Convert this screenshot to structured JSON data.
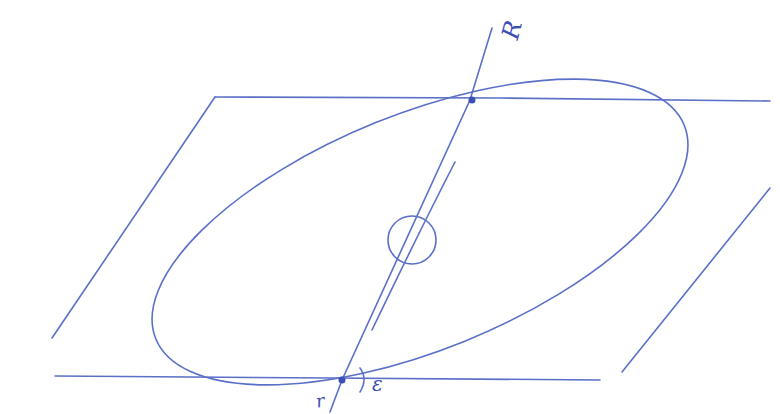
{
  "diagram": {
    "labels": [
      "R",
      "ε",
      "r"
    ]
  }
}
